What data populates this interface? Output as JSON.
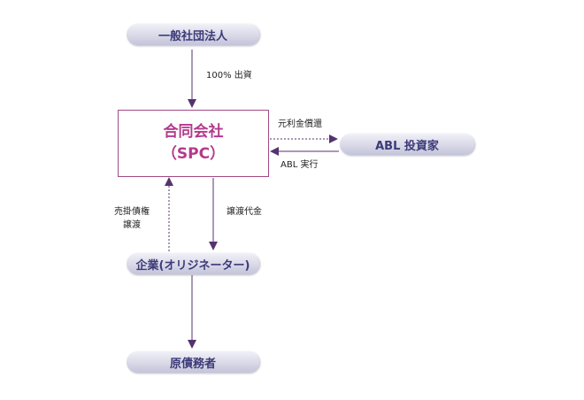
{
  "nodes": {
    "association": "一般社団法人",
    "spc_line1": "合同会社",
    "spc_line2": "（SPC）",
    "abl_investors": "ABL 投資家",
    "originator": "企業(オリジネーター)",
    "obligors": "原債務者"
  },
  "labels": {
    "investment": "100% 出資",
    "repayment": "元利金償還",
    "abl_execution": "ABL 実行",
    "receivables_transfer_line1": "売掛債権",
    "receivables_transfer_line2": "譲渡",
    "transfer_price": "譲渡代金"
  },
  "colors": {
    "arrow": "#55336e",
    "spc_text": "#b43a8c",
    "spc_border": "#a34a84",
    "pill_text": "#3c3a78"
  }
}
